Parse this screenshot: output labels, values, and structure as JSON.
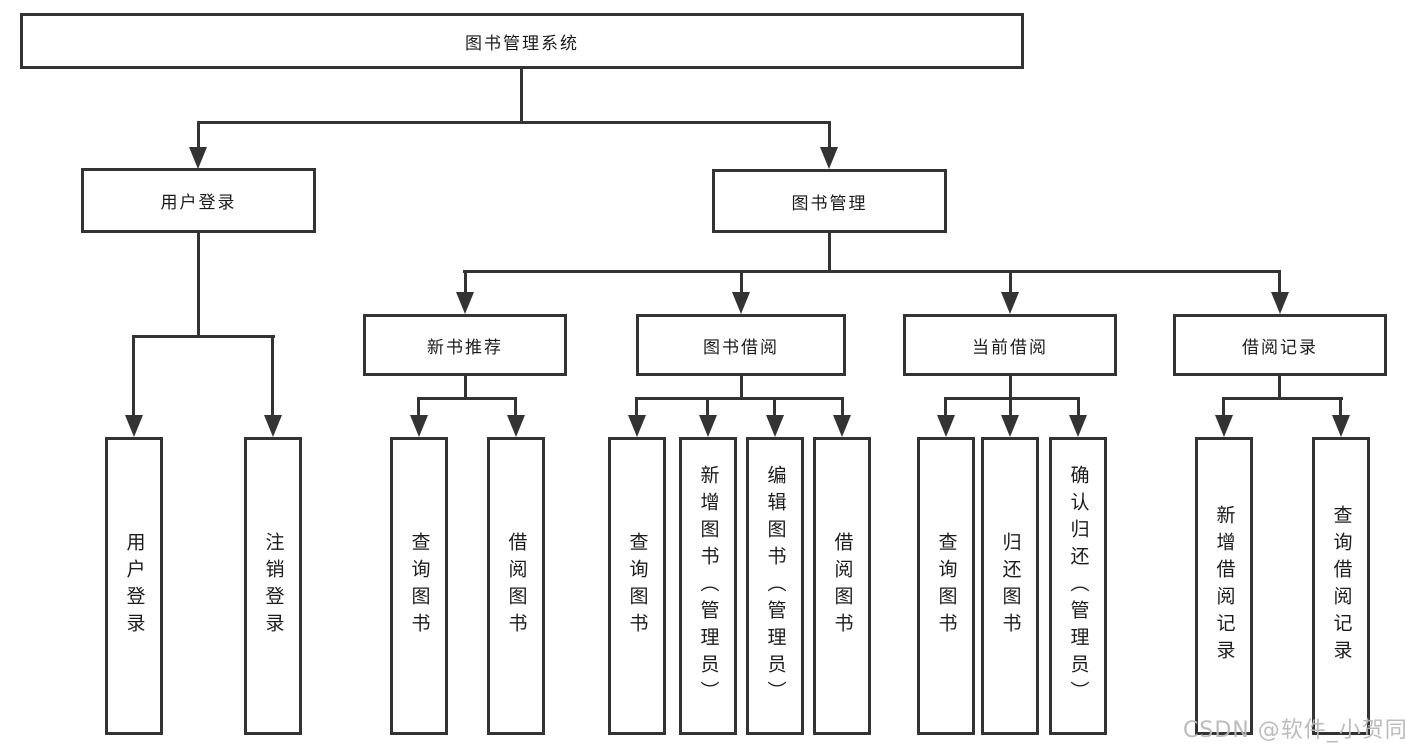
{
  "tree": {
    "label": "图书管理系统",
    "children": [
      {
        "label": "用户登录",
        "children": [
          {
            "label": "用户登录"
          },
          {
            "label": "注销登录"
          }
        ]
      },
      {
        "label": "图书管理",
        "children": [
          {
            "label": "新书推荐",
            "children": [
              {
                "label": "查询图书"
              },
              {
                "label": "借阅图书"
              }
            ]
          },
          {
            "label": "图书借阅",
            "children": [
              {
                "label": "查询图书"
              },
              {
                "label": "新增图书（管理员）"
              },
              {
                "label": "编辑图书（管理员）"
              },
              {
                "label": "借阅图书"
              }
            ]
          },
          {
            "label": "当前借阅",
            "children": [
              {
                "label": "查询图书"
              },
              {
                "label": "归还图书"
              },
              {
                "label": "确认归还（管理员）"
              }
            ]
          },
          {
            "label": "借阅记录",
            "children": [
              {
                "label": "新增借阅记录"
              },
              {
                "label": "查询借阅记录"
              }
            ]
          }
        ]
      }
    ]
  },
  "watermark": {
    "text": "CSDN @软件_小贺同学"
  },
  "colors": {
    "line": "#333333",
    "text": "#1b1b1b",
    "watermark": "#b8b8b8",
    "background": "#ffffff"
  }
}
